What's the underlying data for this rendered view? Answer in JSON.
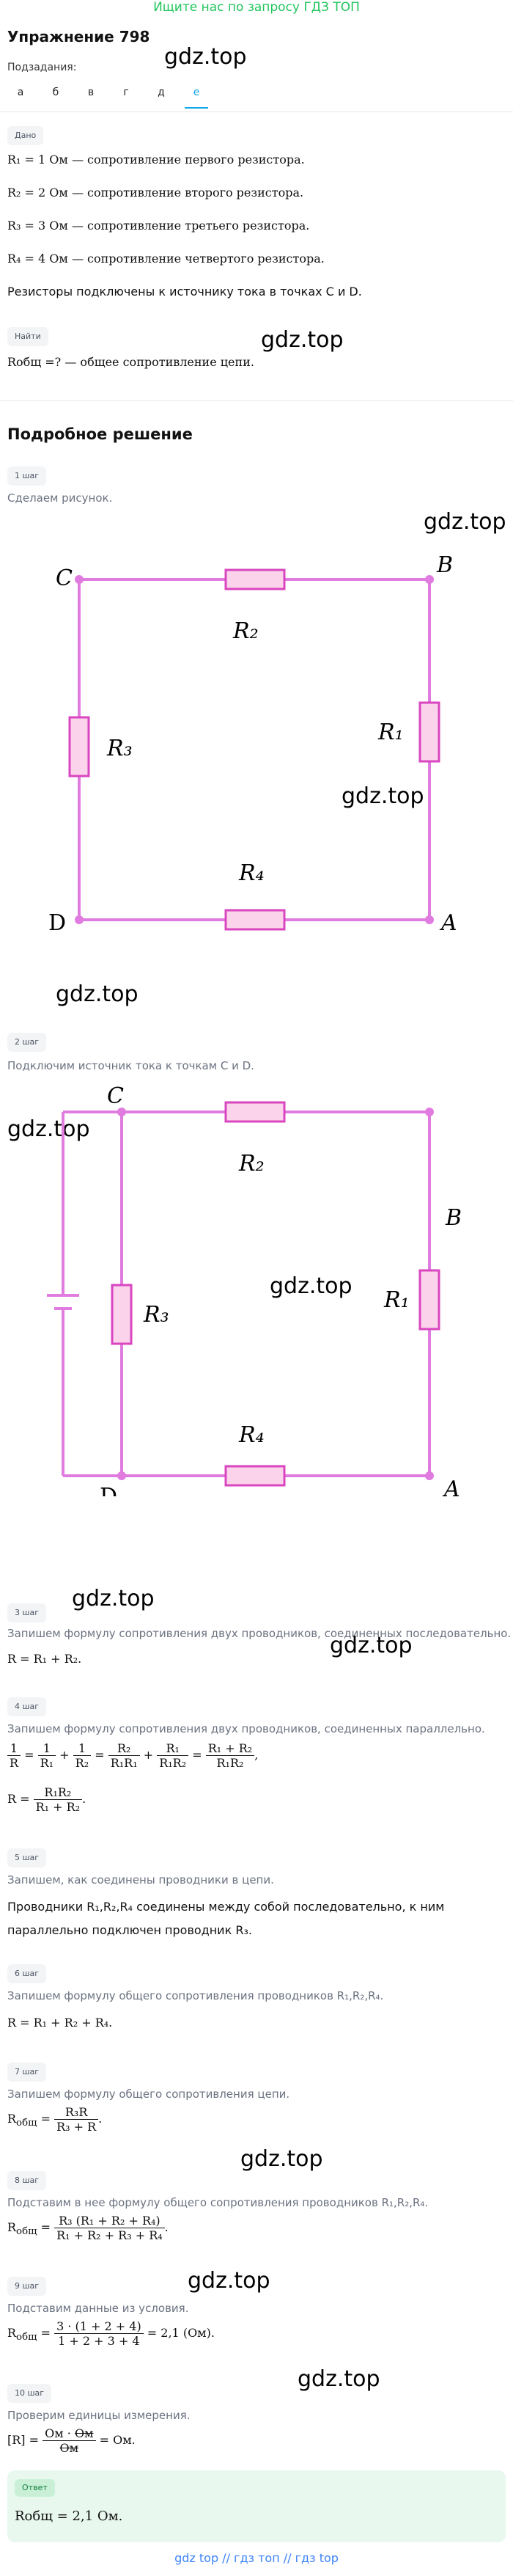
{
  "top_link": "Ищите нас по запросу ГДЗ ТОП",
  "title": "Упражнение 798",
  "subtasks_label": "Подзадания:",
  "tabs": [
    "а",
    "б",
    "в",
    "г",
    "д",
    "е"
  ],
  "active_tab": "е",
  "watermark": "gdz.top",
  "given": {
    "badge": "Дано",
    "r1": "R₁ =  1 Ом — сопротивление первого резистора.",
    "r2": "R₂ =  2 Ом — сопротивление второго резистора.",
    "r3": "R₃ =  3 Ом — сопротивление третьего резистора.",
    "r4": "R₄ =  4 Ом — сопротивление четвертого резистора.",
    "connected": "Резисторы подключены к источнику тока в точках C и D."
  },
  "find": {
    "badge": "Найти",
    "text": "Rобщ =? — общее сопротивление цепи."
  },
  "solution_title": "Подробное решение",
  "steps": {
    "s1_badge": "1 шаг",
    "s1_text": "Сделаем рисунок.",
    "s2_badge": "2 шаг",
    "s2_text": "Подключим источник тока к точкам C и D.",
    "s3_badge": "3 шаг",
    "s3_text": "Запишем формулу сопротивления двух проводников, соединенных последовательно.",
    "s3_formula": "R = R₁ + R₂.",
    "s4_badge": "4 шаг",
    "s4_text": "Запишем формулу сопротивления двух проводников, соединенных параллельно.",
    "s5_badge": "5 шаг",
    "s5_text": "Запишем, как соединены проводники в цепи.",
    "s5_line1": "Проводники R₁,R₂,R₄ соединены между собой последовательно, к ним",
    "s5_line2": "параллельно подключен проводник R₃.",
    "s6_badge": "6 шаг",
    "s6_text": "Запишем формулу общего сопротивления проводников R₁,R₂,R₄.",
    "s6_formula": "R = R₁ + R₂ + R₄.",
    "s7_badge": "7 шаг",
    "s7_text": "Запишем формулу общего сопротивления цепи.",
    "s8_badge": "8 шаг",
    "s8_text": "Подставим в нее формулу общего сопротивления проводников R₁,R₂,R₄.",
    "s9_badge": "9 шаг",
    "s9_text": "Подставим данные из условия.",
    "s9_result": "= 2,1 (Ом).",
    "s10_badge": "10 шаг",
    "s10_text": "Проверим единицы измерения.",
    "s10_result": "= Ом."
  },
  "answer": {
    "badge": "Ответ",
    "text": "Rобщ = 2,1 Ом."
  },
  "circuit": {
    "labels": [
      "C",
      "B",
      "D",
      "A",
      "R₁",
      "R₂",
      "R₃",
      "R₄"
    ],
    "wire_color": "#e07be0",
    "resistor_fill": "#fbd3ea",
    "resistor_stroke": "#d946c0"
  },
  "bottom_link": "gdz top  //  гдз топ  //  гдз top"
}
